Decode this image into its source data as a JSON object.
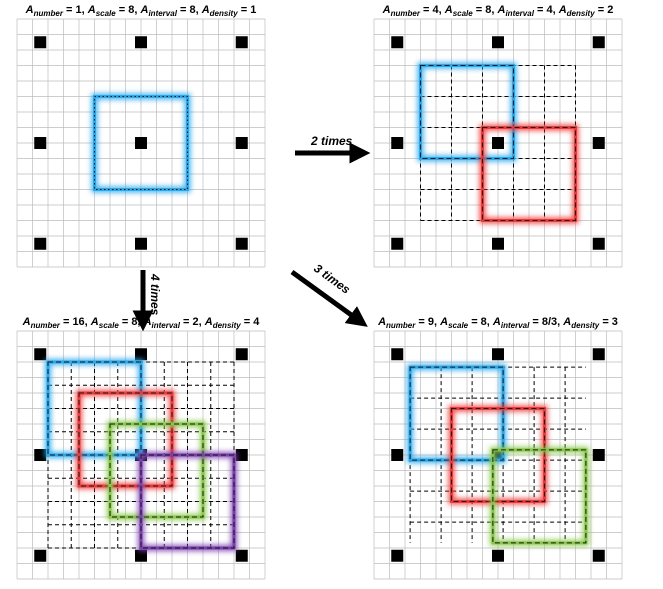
{
  "panels": [
    {
      "id": "top-left",
      "label": {
        "number": "1",
        "scale": "8",
        "interval": "8",
        "density": "1"
      },
      "anchors": [
        {
          "color": "blue",
          "col": 8,
          "row": 8
        }
      ]
    },
    {
      "id": "top-right",
      "label": {
        "number": "4",
        "scale": "8",
        "interval": "4",
        "density": "2"
      },
      "anchors": [
        {
          "color": "blue",
          "col": 6,
          "row": 6
        },
        {
          "color": "red",
          "col": 10,
          "row": 10
        }
      ]
    },
    {
      "id": "bottom-left",
      "label": {
        "number": "16",
        "scale": "8",
        "interval": "2",
        "density": "4"
      },
      "anchors": [
        {
          "color": "blue",
          "col": 5,
          "row": 5
        },
        {
          "color": "red",
          "col": 7,
          "row": 7
        },
        {
          "color": "green",
          "col": 9,
          "row": 9
        },
        {
          "color": "purple",
          "col": 11,
          "row": 11
        }
      ]
    },
    {
      "id": "bottom-right",
      "label": {
        "number": "9",
        "scale": "8",
        "interval": "8/3",
        "density": "3"
      },
      "anchors": [
        {
          "color": "blue",
          "col": 5.33,
          "row": 5.33
        },
        {
          "color": "red",
          "col": 8,
          "row": 8
        },
        {
          "color": "green",
          "col": 10.67,
          "row": 10.67
        }
      ]
    }
  ],
  "label_parts": {
    "base": "A",
    "number": "number",
    "scale": "scale",
    "interval": "interval",
    "density": "density"
  },
  "arrows": [
    {
      "id": "top-right",
      "label": "2 times"
    },
    {
      "id": "down",
      "label": "4 times"
    },
    {
      "id": "diagonal",
      "label": "3 times"
    }
  ],
  "colors": {
    "blue": "#29a8ec",
    "red": "#ec3a3a",
    "green": "#88c84a",
    "purple": "#7b3fb0",
    "grid": "#bdbdbd",
    "dot": "#000000",
    "dashed": "#000000"
  }
}
